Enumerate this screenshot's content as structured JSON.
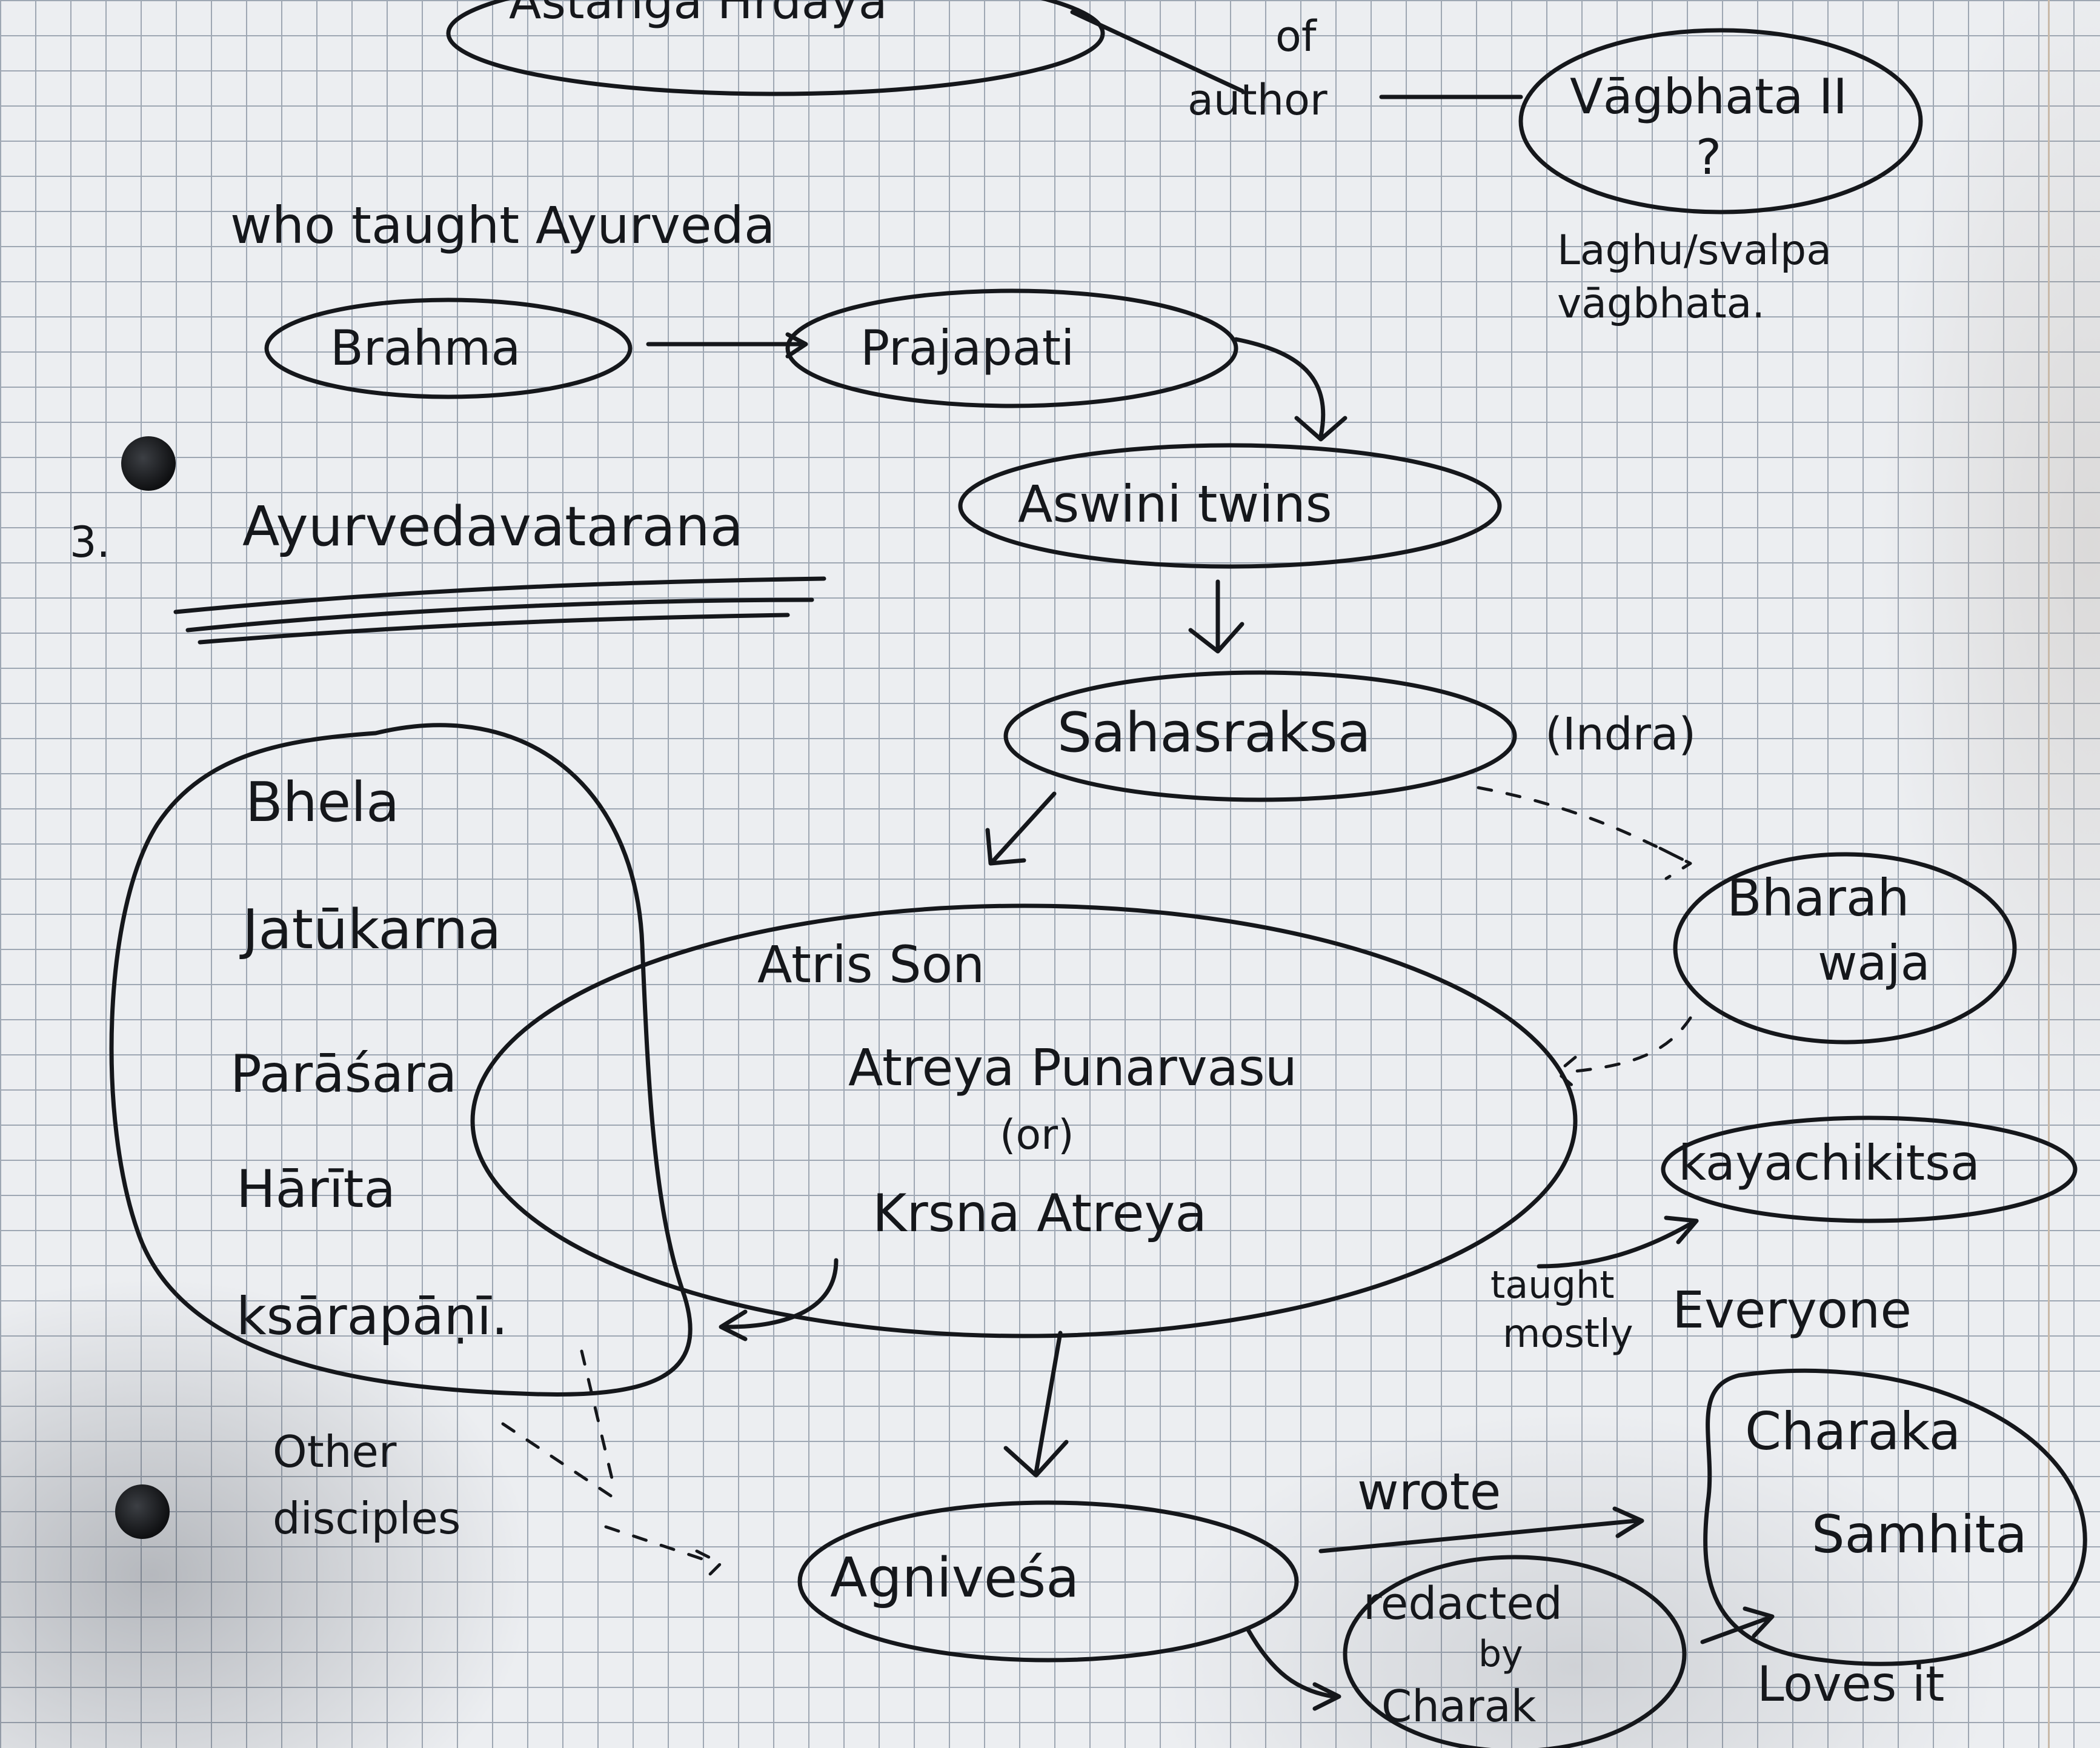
{
  "header": {
    "top_box": "Astanga Hrdaya",
    "of_label": "of",
    "author_label": "author",
    "vagbhata_box": "Vāgbhata II ?",
    "laghu_note": "Laghu/svalpa vāgbhata."
  },
  "who_taught": {
    "question": "who taught Ayurveda",
    "brahma": "Brahma",
    "prajapati": "Prajapati"
  },
  "section": {
    "number": "3.",
    "title": "Ayurvedavatarana"
  },
  "lineage": {
    "aswini": "Aswini twins",
    "sahasraksa": "Sahasraksa",
    "indra": "(Indra)",
    "bharadwaja_line1": "Bharah",
    "bharadwaja_line2": "waja",
    "kayachikitsa": "kayachikitsa",
    "atreya_line1": "Atris Son",
    "atreya_line2": "Atreya Punarvasu",
    "atreya_line3": "(or)",
    "atreya_line4": "Krsna Atreya",
    "taught": "taught",
    "mostly": "mostly",
    "everyone": "Everyone"
  },
  "disciples": {
    "items": [
      "Bhela",
      "Jatūkarna",
      "Parāśara",
      "Hārīta",
      "ksārapāṇī."
    ],
    "other_line1": "Other",
    "other_line2": "disciples"
  },
  "bottom": {
    "agnivesa": "Agniveśa",
    "wrote": "wrote",
    "redacted_line1": "redacted",
    "redacted_line2": "by",
    "redacted_line3": "Charak",
    "charaka_line1": "Charaka",
    "charaka_line2": "Samhita",
    "loves_it": "Loves it"
  }
}
